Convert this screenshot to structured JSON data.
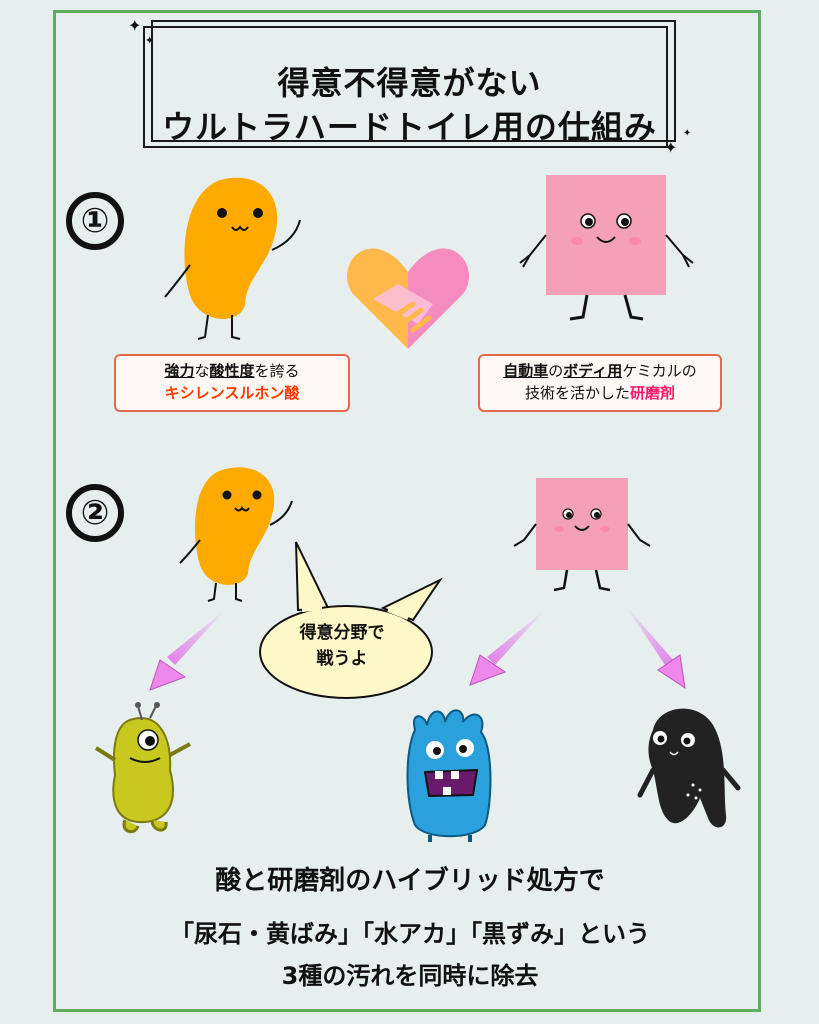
{
  "title": {
    "line1": "得意不得意がない",
    "line2": "ウルトラハードトイレ用の仕組み"
  },
  "step1": {
    "number": "①",
    "acid_caption": {
      "line1_pre": "強力",
      "line1_mid1": "な",
      "line1_mid2": "酸性度",
      "line1_post": "を誇る",
      "line2": "キシレンスルホン酸"
    },
    "abrasive_caption": {
      "line1_pre": "自動車",
      "line1_mid": "の",
      "line1_u2": "ボディ用",
      "line1_post": "ケミカルの",
      "line2_pre": "技術を活かした",
      "line2_red": "研磨剤"
    }
  },
  "step2": {
    "number": "②",
    "bubble_line1": "得意分野で",
    "bubble_line2": "戦うよ"
  },
  "bottom": {
    "line1": "酸と研磨剤のハイブリッド処方で",
    "line2": "「尿石・黄ばみ」「水アカ」「黒ずみ」という",
    "line3": "3種の汚れを同時に除去"
  },
  "colors": {
    "frame": "#5fae5f",
    "acid_character": "#ffaa00",
    "abrasive_character": "#f4a0b8",
    "caption_border": "#e26a4e",
    "accent_red": "#ff3b00",
    "accent_pink": "#ff1a6a"
  }
}
